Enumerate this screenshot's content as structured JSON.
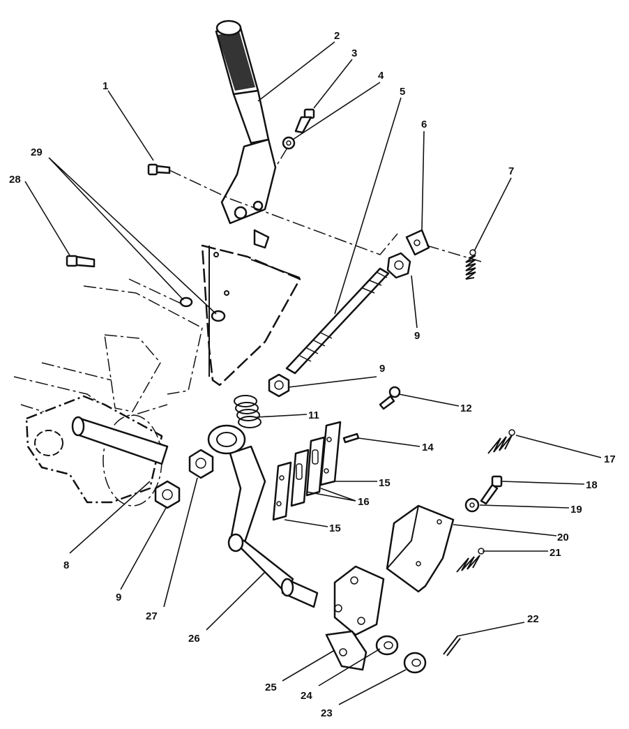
{
  "callouts": [
    {
      "label": "1"
    },
    {
      "label": "2"
    },
    {
      "label": "3"
    },
    {
      "label": "4"
    },
    {
      "label": "5"
    },
    {
      "label": "6"
    },
    {
      "label": "7"
    },
    {
      "label": "9"
    },
    {
      "label": "9"
    },
    {
      "label": "11"
    },
    {
      "label": "12"
    },
    {
      "label": "14"
    },
    {
      "label": "15"
    },
    {
      "label": "16"
    },
    {
      "label": "15"
    },
    {
      "label": "17"
    },
    {
      "label": "18"
    },
    {
      "label": "19"
    },
    {
      "label": "20"
    },
    {
      "label": "21"
    },
    {
      "label": "22"
    },
    {
      "label": "23"
    },
    {
      "label": "24"
    },
    {
      "label": "25"
    },
    {
      "label": "26"
    },
    {
      "label": "27"
    },
    {
      "label": "9"
    },
    {
      "label": "8"
    },
    {
      "label": "28"
    },
    {
      "label": "29"
    }
  ]
}
